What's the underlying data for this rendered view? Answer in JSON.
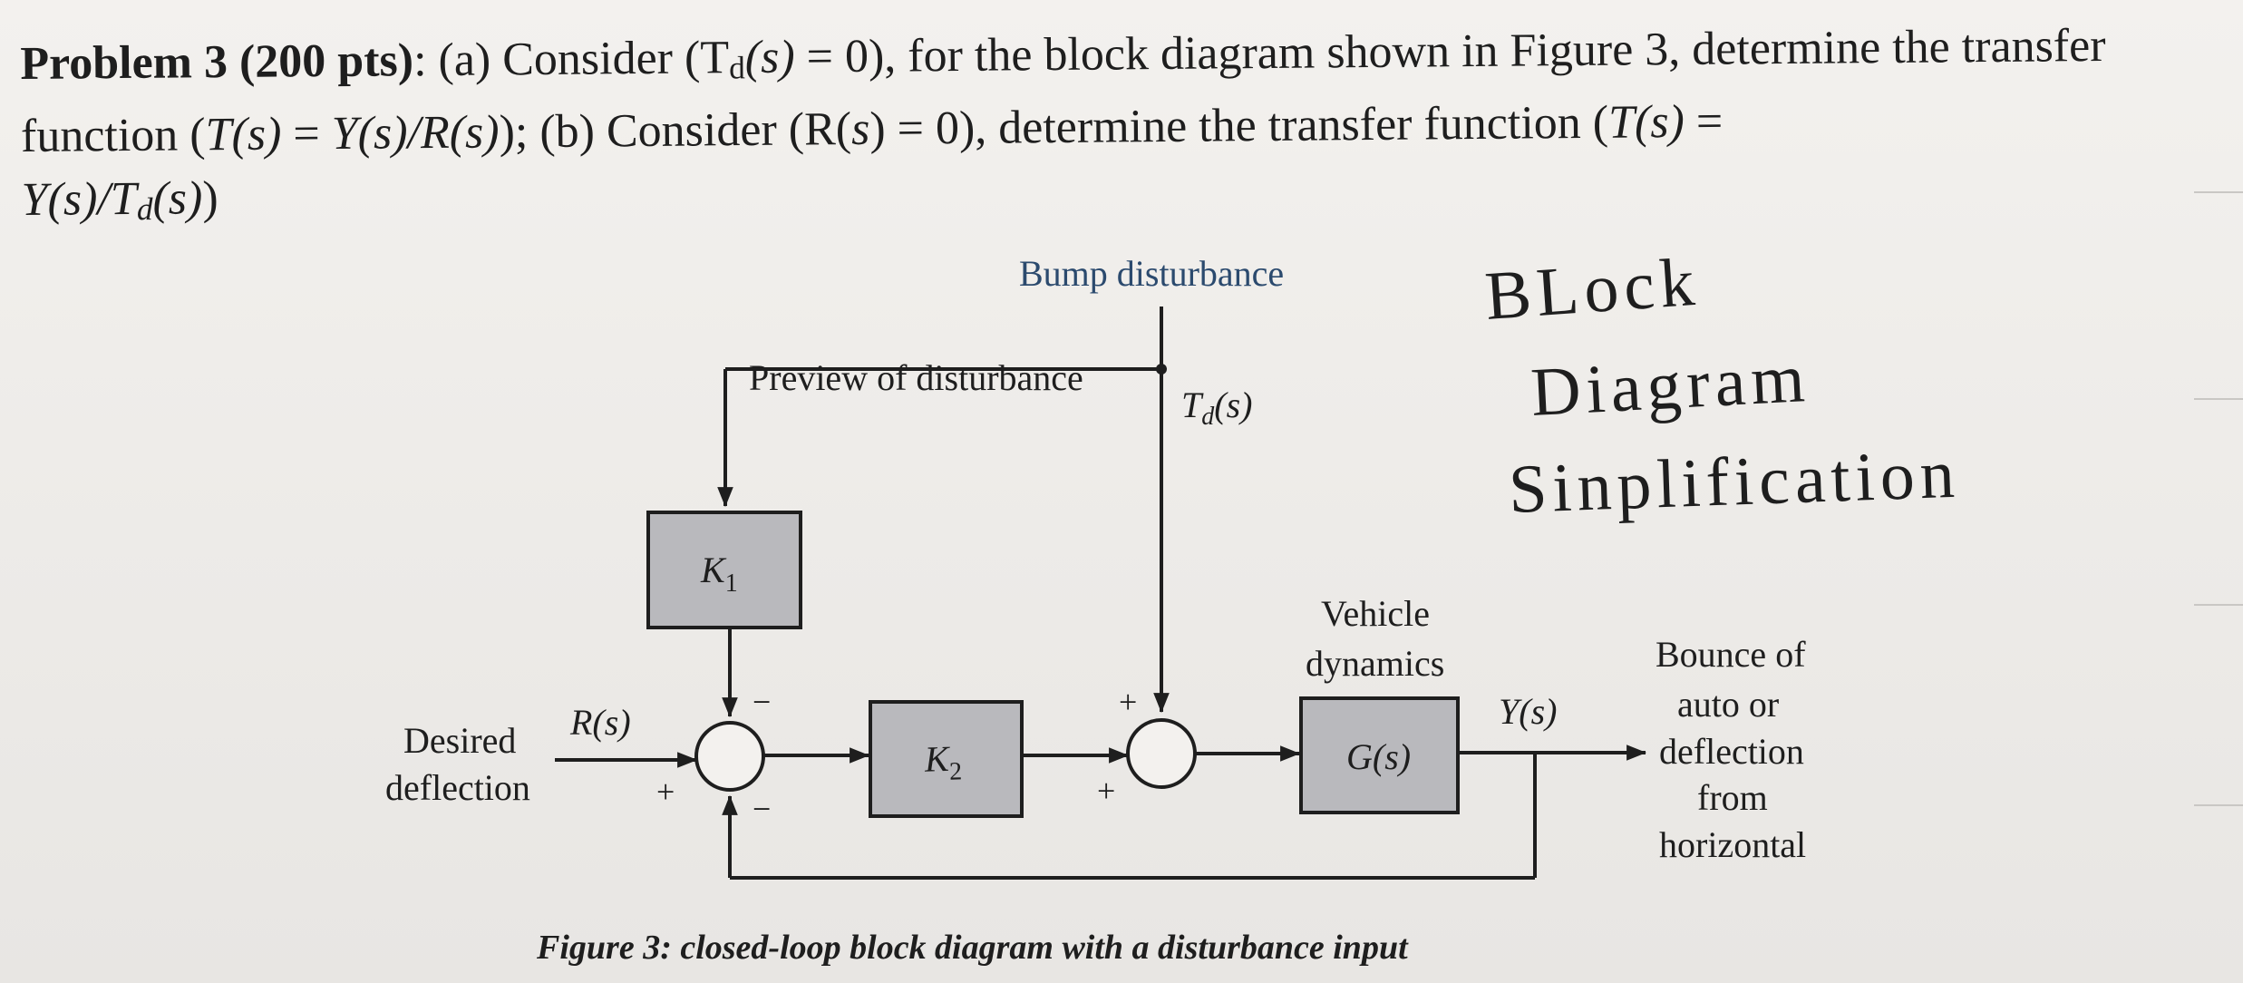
{
  "problem": {
    "label": "Problem 3 (200 pts)",
    "part_a_prefix": ": (a) Consider (T",
    "td_sub": "d",
    "part_a_s": "(s)",
    "part_a_mid": " = 0), for the block diagram shown in Figure 3, determine the transfer function (",
    "t_s": "T(s)",
    "eq": " = ",
    "y_over_r": "Y(s)/R(s)",
    "part_b_prefix": "); (b) Consider (R(",
    "s_var": "s",
    "part_b_mid": ") = 0), determine the transfer function (",
    "t_s_2": "T(s)",
    "eq_2": " = ",
    "y_over_td_prefix": "Y(s)/T",
    "y_over_td_sub": "d",
    "y_over_td_suffix": "(s)",
    "close": ")"
  },
  "diagram": {
    "bump_disturbance": "Bump disturbance",
    "preview_of_disturbance": "Preview of disturbance",
    "td_label": "T",
    "td_sub": "d",
    "td_s": "(s)",
    "k1": "K",
    "k1_sub": "1",
    "k2": "K",
    "k2_sub": "2",
    "g_block": "G(s)",
    "vehicle_line1": "Vehicle",
    "vehicle_line2": "dynamics",
    "r_label": "R(s)",
    "y_label": "Y(s)",
    "desired_line1": "Desired",
    "desired_line2": "deflection",
    "output_line1": "Bounce of",
    "output_line2": "auto or",
    "output_line3": "deflection",
    "output_line4": "from",
    "output_line5": "horizontal",
    "sum1_top_sign": "−",
    "sum1_left_sign": "+",
    "sum1_bottom_sign": "−",
    "sum2_top_sign": "+",
    "sum2_bottom_sign": "+"
  },
  "handwriting": {
    "line1": "BLock",
    "line2": "Diagram",
    "line3": "Sinplification"
  },
  "caption": "Figure 3: closed-loop block diagram with a disturbance input"
}
